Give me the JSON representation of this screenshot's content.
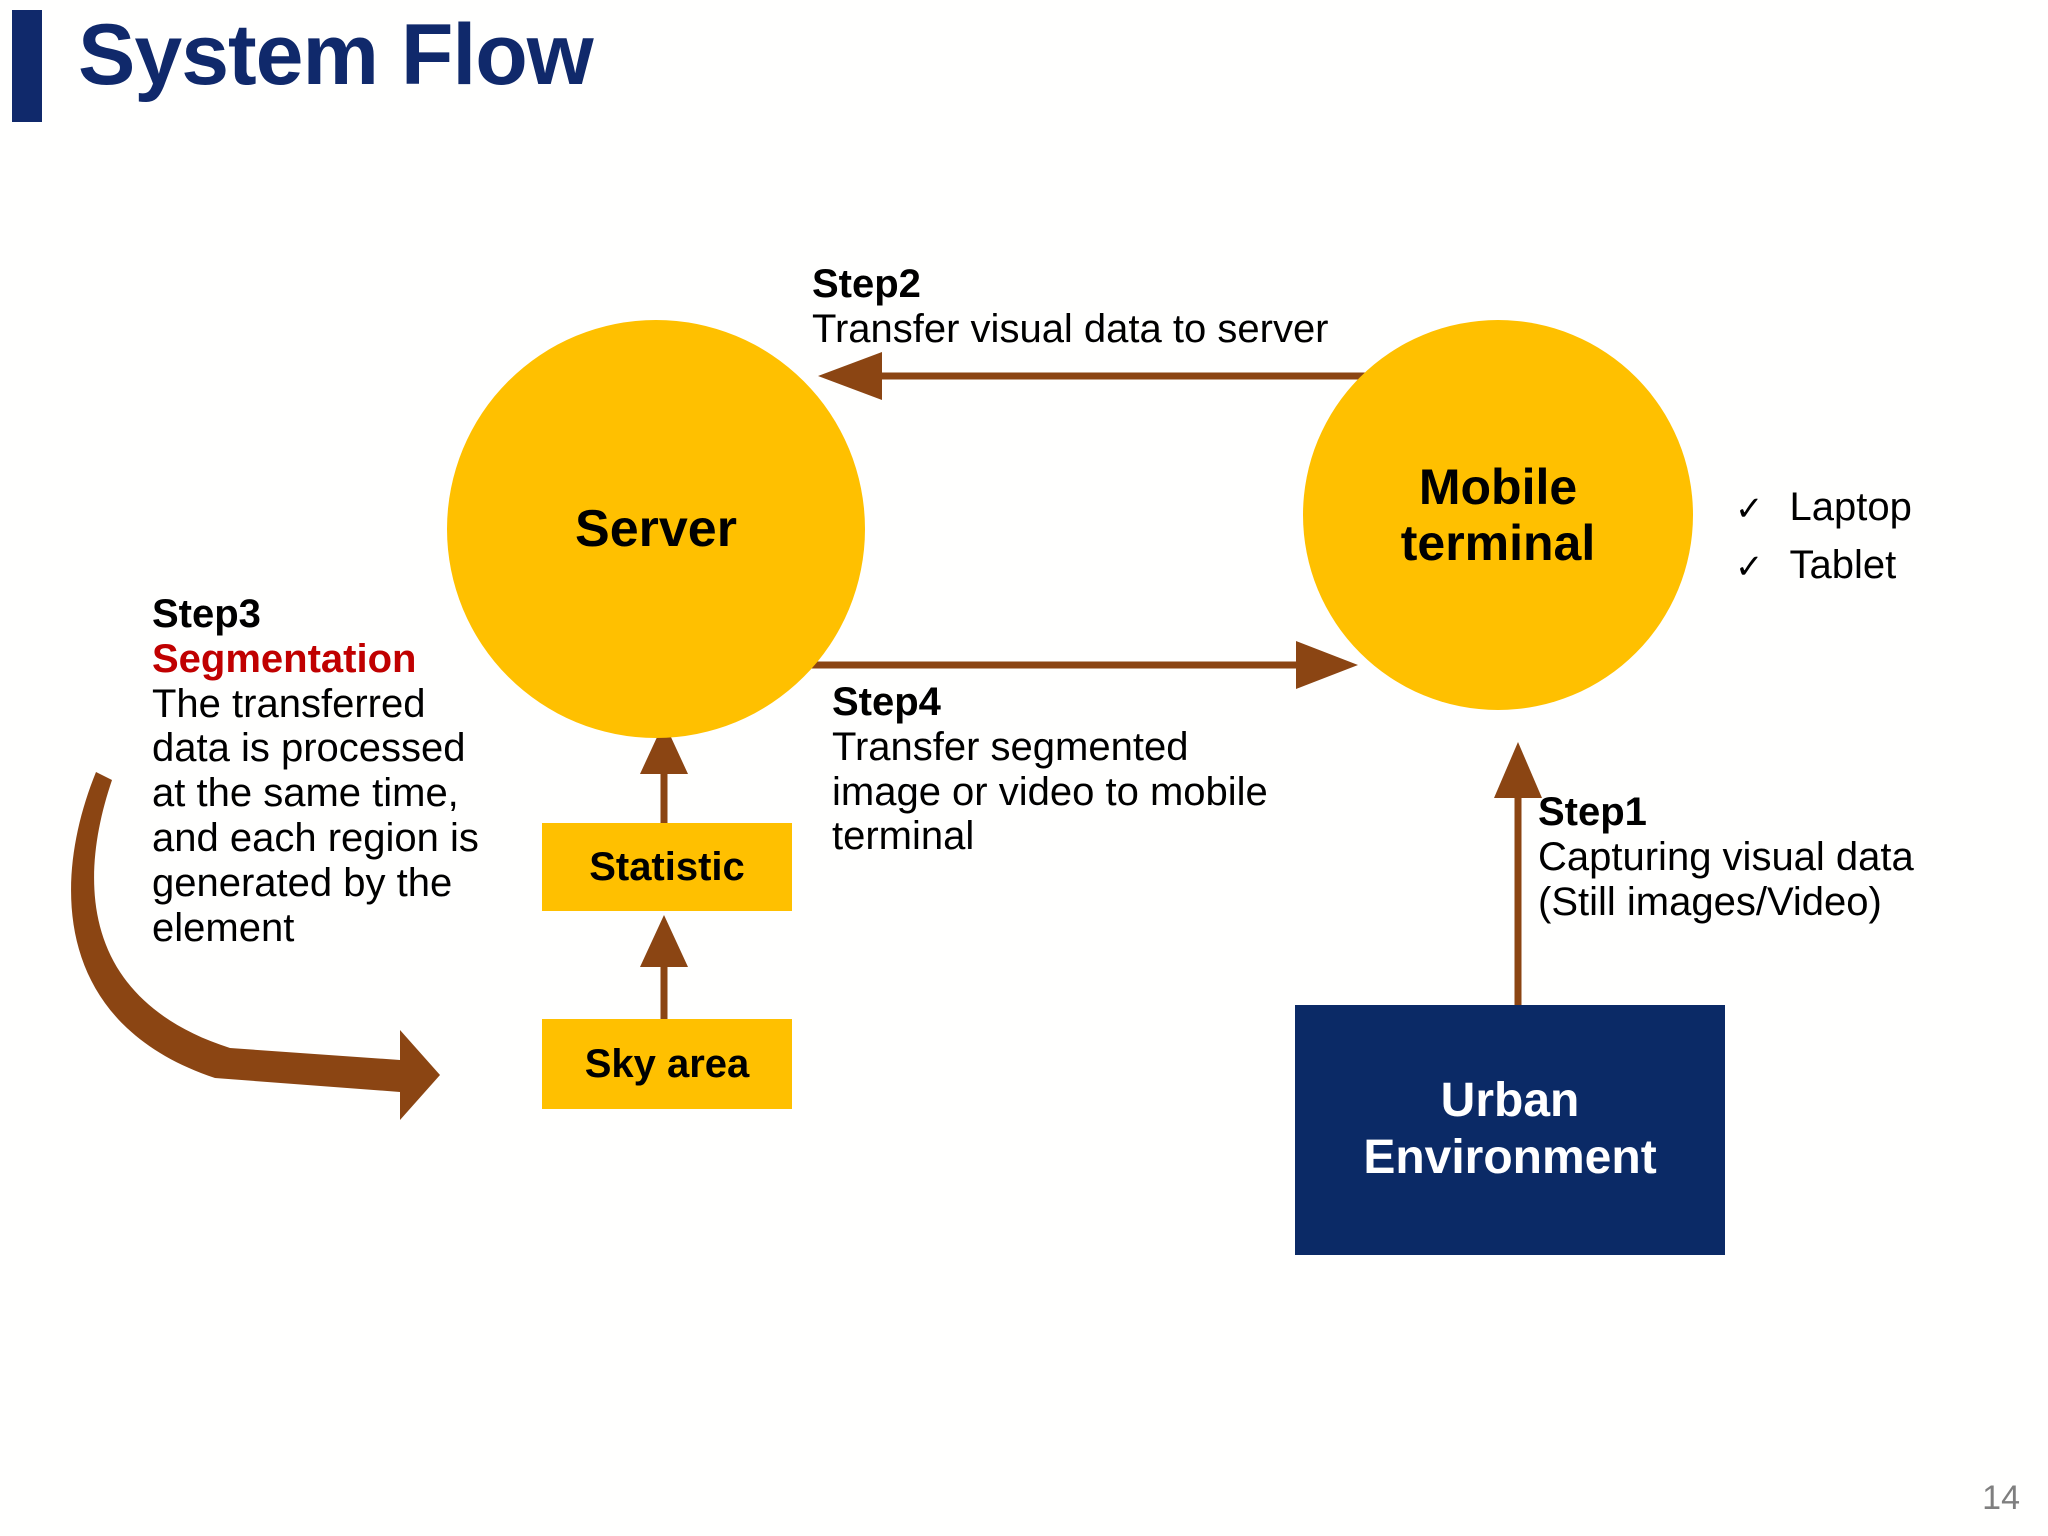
{
  "slide": {
    "title": "System Flow",
    "page_number": "14",
    "colors": {
      "title_navy": "#10296B",
      "node_amber": "#FFC000",
      "arrow_brown": "#8B4513",
      "emphasis_red": "#C00000",
      "urban_navy": "#0B2A66",
      "page_number_gray": "#7F7F7F"
    }
  },
  "nodes": {
    "server": "Server",
    "mobile_terminal_line1": "Mobile",
    "mobile_terminal_line2": "terminal",
    "statistic": "Statistic",
    "sky_area": "Sky area",
    "urban_line1": "Urban",
    "urban_line2": "Environment"
  },
  "devices": {
    "check_glyph": "✓",
    "items": [
      "Laptop",
      "Tablet"
    ]
  },
  "steps": {
    "step1": {
      "head": "Step1",
      "body_line1": "Capturing visual data",
      "body_line2": "(Still images/Video)"
    },
    "step2": {
      "head": "Step2",
      "body_line1": "Transfer visual data to server"
    },
    "step3": {
      "head": "Step3",
      "emphasis": "Segmentation",
      "body_line1": "The transferred",
      "body_line2": "data is processed",
      "body_line3": "at the same time,",
      "body_line4": "and each region is",
      "body_line5": "generated by the",
      "body_line6": "element"
    },
    "step4": {
      "head": "Step4",
      "body_line1": "Transfer segmented",
      "body_line2": "image or video to mobile",
      "body_line3": "terminal"
    }
  }
}
